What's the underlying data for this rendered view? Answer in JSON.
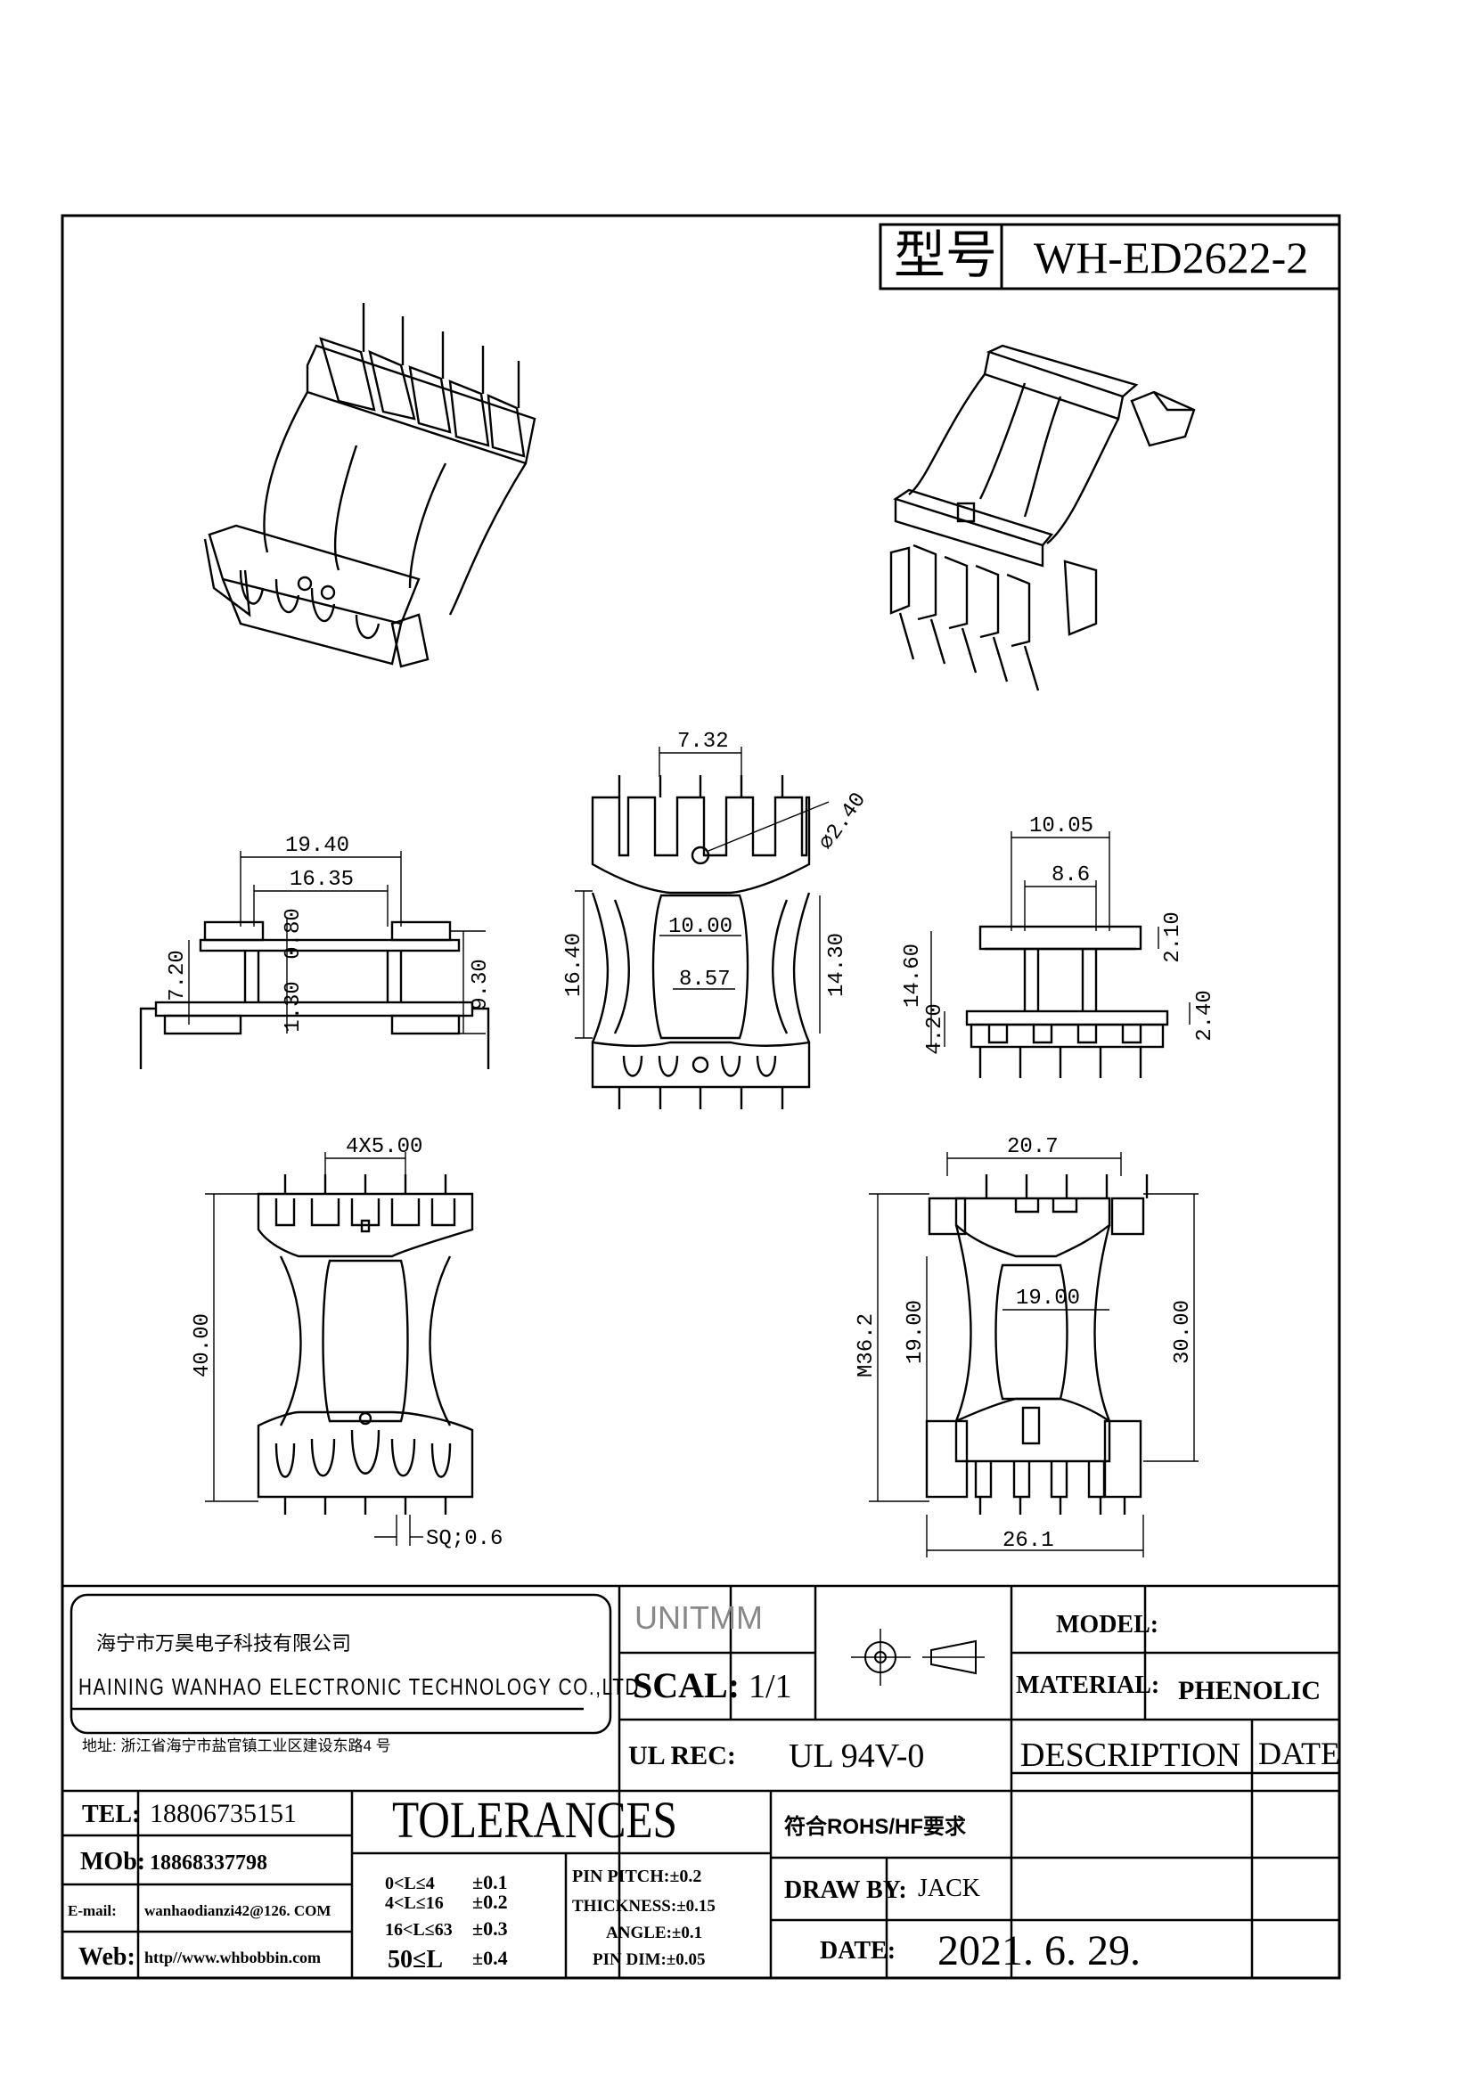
{
  "title_block": {
    "model_label": "型号",
    "model_value": "WH-ED2622-2"
  },
  "dimensions": {
    "side_view": [
      "19.40",
      "16.35",
      "7.20",
      "0.80",
      "1.30",
      "9.30"
    ],
    "front_view": [
      "7.32",
      "⌀2.40",
      "16.40",
      "10.00",
      "8.57",
      "14.30"
    ],
    "end_view": [
      "10.05",
      "8.6",
      "14.60",
      "2.10",
      "4.20",
      "2.40"
    ],
    "bottom_view": [
      "4X5.00",
      "40.00",
      "SQ;0.6"
    ],
    "top_view": [
      "20.7",
      "19.00",
      "M36.2",
      "19.00",
      "30.00",
      "26.1"
    ]
  },
  "company": {
    "name_cn": "海宁市万昊电子科技有限公司",
    "name_en": "HAINING WANHAO ELECTRONIC TECHNOLOGY CO.,LTD",
    "address": "地址: 浙江省海宁市盐官镇工业区建设东路4 号"
  },
  "contacts": [
    {
      "label": "TEL:",
      "value": "18806735151"
    },
    {
      "label": "MOb:",
      "value": "18868337798"
    },
    {
      "label": "E-mail:",
      "value": "wanhaodianzi42@126. COM"
    },
    {
      "label": "Web:",
      "value": "http//www.whbobbin.com"
    }
  ],
  "spec": {
    "unit": "UNITMM",
    "scale_label": "SCAL:",
    "scale_value": "1/1",
    "ul_label": "UL REC:",
    "ul_value": "UL 94V-0",
    "model_label": "MODEL:",
    "model_value": "",
    "material_label": "MATERIAL:",
    "material_value": "PHENOLIC",
    "description_label": "DESCRIPTION",
    "date_col_label": "DATE",
    "compliance": "符合ROHS/HF要求",
    "draw_by_label": "DRAW BY:",
    "draw_by_value": "JACK",
    "date_label": "DATE:",
    "date_value": "2021. 6. 29."
  },
  "tolerances": {
    "title": "TOLERANCES",
    "ranges": [
      {
        "range": "0<L≤4",
        "tol": "±0.1"
      },
      {
        "range": "4<L≤16",
        "tol": "±0.2"
      },
      {
        "range": "16<L≤63",
        "tol": "±0.3"
      },
      {
        "range": "50≤L",
        "tol": "±0.4"
      }
    ],
    "others": [
      "PIN PITCH:±0.2",
      "THICKNESS:±0.15",
      "ANGLE:±0.1",
      "PIN DIM:±0.05"
    ]
  }
}
